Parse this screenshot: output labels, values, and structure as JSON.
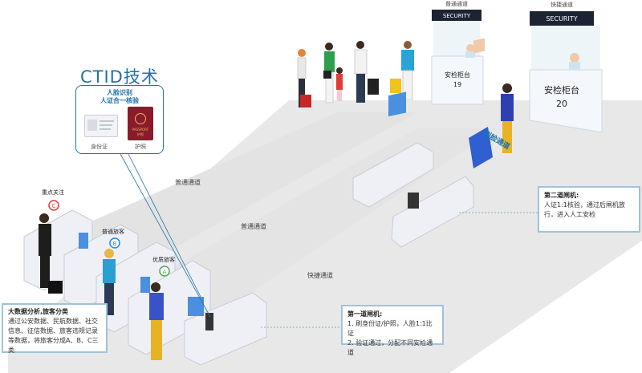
{
  "ctid": {
    "title": "CTID技术",
    "line1": "人脸识别",
    "line2": "人证合一核验",
    "id_card_label": "身份证",
    "passport_label": "护照",
    "passport_word": "PASSPORT",
    "passport_sub": "护照"
  },
  "counters": {
    "normal_label": "普通通道",
    "fast_label": "快捷通道",
    "security": "SECURITY",
    "counter19_name": "安检柜台",
    "counter19_num": "19",
    "counter20_name": "安检柜台",
    "counter20_num": "20"
  },
  "lanes": {
    "normal1": "普通通道",
    "normal2": "普通通道",
    "fast": "快捷通道"
  },
  "face_sign": "刷脸通道",
  "tags": {
    "key": "重点关注",
    "key_badge": "C",
    "normal": "普通旅客",
    "normal_badge": "B",
    "vip": "优质旅客",
    "vip_badge": "A"
  },
  "box_bigdata": {
    "title": "大数据分析,旅客分类",
    "body": "通过公安数据、民航数据、社交信息、征信数据、旅客违规记录等数据，将旅客分成A、B、C三类"
  },
  "box_gate1": {
    "title": "第一道闸机:",
    "line1": "1. 刷身份证/护照，人脸1:1比证",
    "line2": "2. 验证通过，分配不同安检通道"
  },
  "box_gate2": {
    "title": "第二道闸机:",
    "body": "人证1:1核验，通过后闸机放行，进入人工安检"
  },
  "colors": {
    "accent": "#1e73a8",
    "floor": "#e6e6e6",
    "gate": "#eef0f5",
    "green": "#4caf50",
    "red": "#e53935",
    "blue_badge": "#1e88e5"
  }
}
